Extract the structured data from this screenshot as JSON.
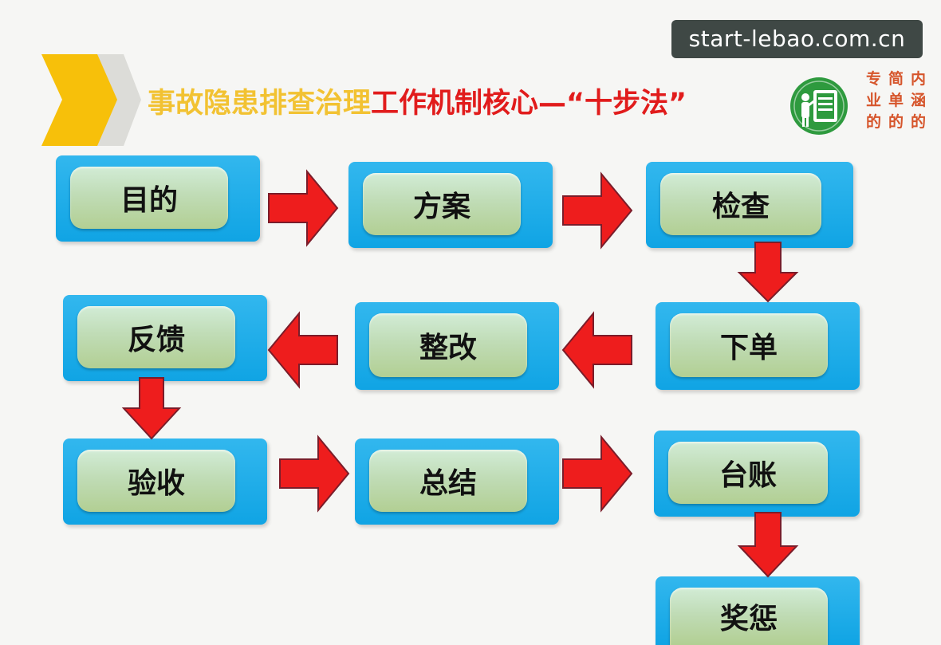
{
  "watermark": "start-lebao.com.cn",
  "title": {
    "part1": "事故隐患排查治理",
    "part2": "工作机制核心—“十步法”"
  },
  "slogan": [
    "专",
    "简",
    "内",
    "业",
    "单",
    "涵",
    "的",
    "的",
    "的"
  ],
  "colors": {
    "box_blue": "#10a4e4",
    "inner_green": "#c0dcb6",
    "arrow_red": "#ee1d1d",
    "title_yellow": "#f2c232",
    "title_red": "#e11c1c",
    "logo_green": "#2e9a3e",
    "slogan_orange": "#d6552b",
    "chevron_yellow": "#f7c00a"
  },
  "icons": {
    "chevron": "chevron-right-icon",
    "logo": "safety-book-logo-icon",
    "arrows": "block-arrow-icon"
  },
  "steps": [
    "目的",
    "方案",
    "检查",
    "下单",
    "整改",
    "反馈",
    "验收",
    "总结",
    "台账",
    "奖惩"
  ]
}
